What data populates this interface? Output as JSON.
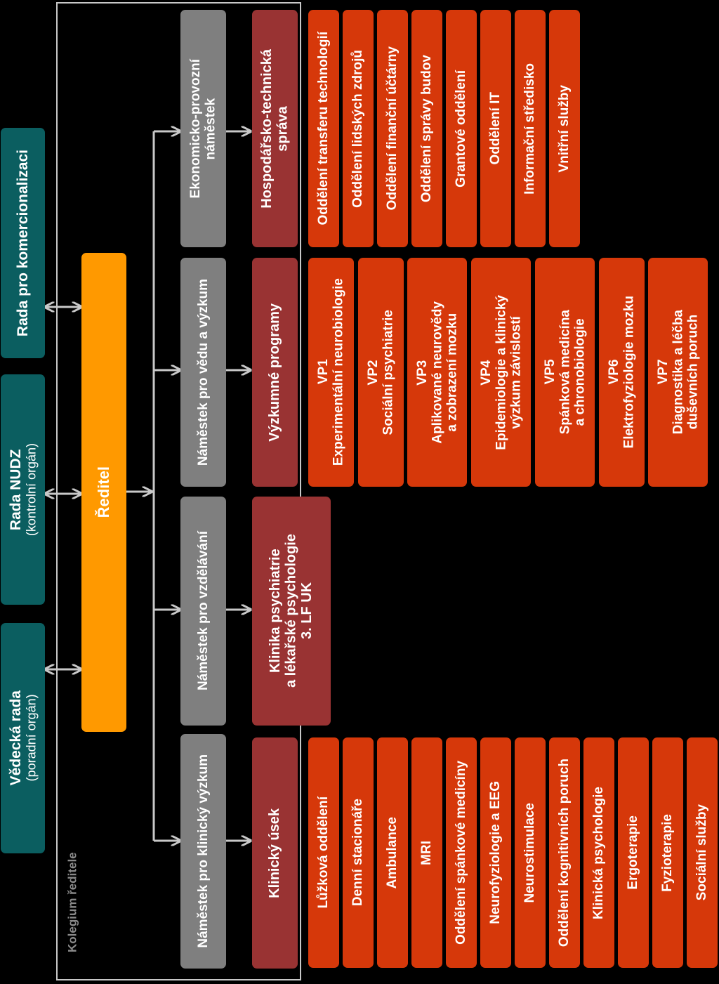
{
  "kolegium": {
    "label": "Kolegium ředitele"
  },
  "boards": [
    {
      "title": "Vědecká rada",
      "subtitle": "(poradní orgán)"
    },
    {
      "title": "Rada NUDZ",
      "subtitle": "(kontrolní orgán)"
    },
    {
      "title": "Rada pro komercionalizaci",
      "subtitle": ""
    }
  ],
  "director": {
    "label": "Ředitel"
  },
  "deputies": [
    {
      "label": "Náměstek pro klinický výzkum"
    },
    {
      "label": "Náměstek pro vzdělávání"
    },
    {
      "label": "Náměstek pro vědu a výzkum"
    },
    {
      "lines": [
        "Ekonomicko-provozní",
        "náměstek"
      ]
    }
  ],
  "sections": [
    {
      "label": "Klinický úsek"
    },
    {
      "lines": [
        "Klinika psychiatrie",
        "a lékařské psychologie",
        "3. LF UK"
      ]
    },
    {
      "label": "Výzkumné programy"
    },
    {
      "lines": [
        "Hospodářsko-technická",
        "správa"
      ]
    }
  ],
  "clinical_units": [
    "Lůžková oddělení",
    "Denní stacionáře",
    "Ambulance",
    "MRI",
    "Oddělení spánkové medicíny",
    "Neurofyziologie a EEG",
    "Neurostimulace",
    "Oddělení kognitivních poruch",
    "Klinická psychologie",
    "Ergoterapie",
    "Fyzioterapie",
    "Sociální služby"
  ],
  "research_programs": [
    {
      "lines": [
        "VP1",
        "Experimentální neurobiologie"
      ]
    },
    {
      "lines": [
        "VP2",
        "Sociální psychiatrie"
      ]
    },
    {
      "lines": [
        "VP3",
        "Aplikované neurovědy",
        "a zobrazení mozku"
      ]
    },
    {
      "lines": [
        "VP4",
        "Epidemiologie a klinický",
        "výzkum závislostí"
      ]
    },
    {
      "lines": [
        "VP5",
        "Spánková medicína",
        "a chronobiologie"
      ]
    },
    {
      "lines": [
        "VP6",
        "Elektrofyziologie mozku"
      ]
    },
    {
      "lines": [
        "VP7",
        "Diagnostika a léčba",
        "duševních poruch"
      ]
    }
  ],
  "admin_units": [
    "Oddělení transferu technologií",
    "Oddělení lidských zdrojů",
    "Oddělení finanční účtárny",
    "Oddělení správy budov",
    "Grantové oddělení",
    "Oddělení IT",
    "Informační středisko",
    "Vnitřní služby"
  ],
  "colors": {
    "board": "#0b5e60",
    "director": "#ff9900",
    "deputy": "#7f7f7f",
    "section": "#993333",
    "unit": "#d6380a",
    "connector": "#c8c8c8"
  }
}
